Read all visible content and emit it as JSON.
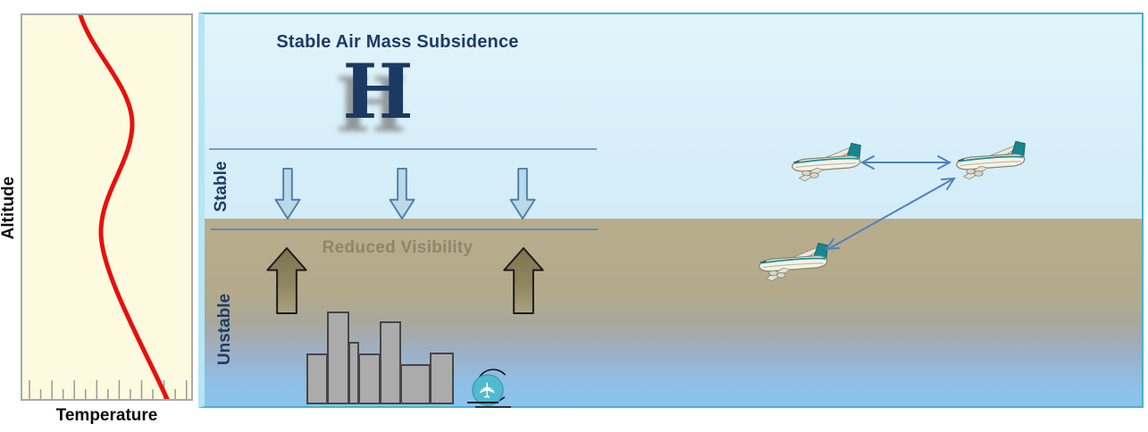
{
  "title": "Stable Air Mass Subsidence",
  "high_pressure_symbol": "H",
  "left_graph": {
    "y_axis_label": "Altitude",
    "x_axis_label": "Temperature",
    "tick_count": 15,
    "curve": "temperature-inversion-profile",
    "curve_color": "#E8100C"
  },
  "zones": {
    "stable_label": "Stable",
    "unstable_label": "Unstable",
    "reduced_visibility_label": "Reduced Visibility"
  },
  "arrows": {
    "subsidence_down_count": 3,
    "convection_up_count": 2,
    "aircraft_spacing_double_arrows": 2
  },
  "icons": {
    "airport_glyph": "✈",
    "airplane_count": 3
  },
  "colors": {
    "title_navy": "#1E3A66",
    "stable_sky_blue": "#D5EEF9",
    "haze_tan": "#B7AC8B",
    "lower_sky_blue": "#8CC3EE",
    "panel_border_cyan": "#49B0D0",
    "graph_background": "#FDFAE0",
    "temperature_curve_red": "#E8100C",
    "down_arrow_fill": "#BAD9EA",
    "up_arrow_fill": "#8C8156",
    "building_gray": "#ABABAB",
    "airport_teal": "#53B9D1",
    "spacing_arrow_blue": "#4F81BD"
  }
}
